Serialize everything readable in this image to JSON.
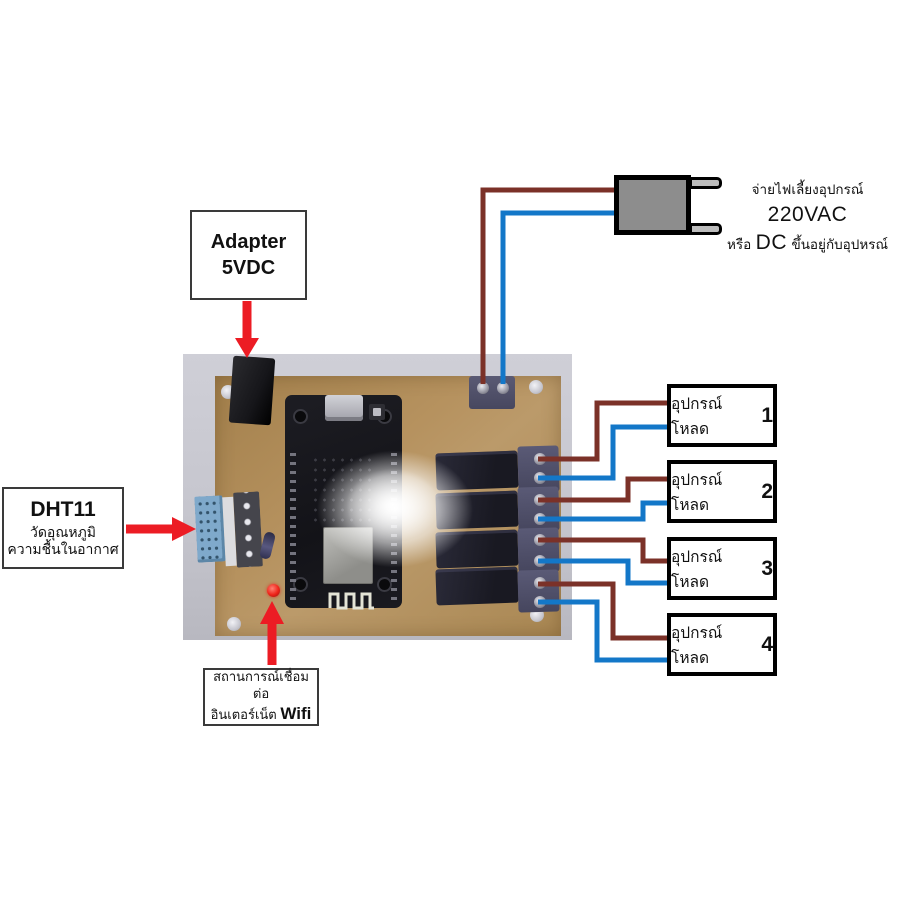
{
  "annotations": {
    "adapter": {
      "line1": "Adapter",
      "line2": "5VDC"
    },
    "dht11": {
      "title": "DHT11",
      "desc1": "วัดอุณหภูมิ",
      "desc2": "ความชื้นในอากาศ"
    },
    "wifi": {
      "line1": "สถานการณ์เชื่อมต่อ",
      "line2": "อินเตอร์เน็ต",
      "line2_bold": "Wifi"
    },
    "power_note": {
      "t1": "จ่ายไฟเลี้ยงอุปกรณ์",
      "t1_big": "220VAC",
      "t2": "หรือ",
      "t2_big": "DC",
      "t2_end": "ขึ้นอยู่กับอุปหรณ์"
    },
    "loads": [
      {
        "label": "อุปกรณ์โหลด",
        "num": "1"
      },
      {
        "label": "อุปกรณ์โหลด",
        "num": "2"
      },
      {
        "label": "อุปกรณ์โหลด",
        "num": "3"
      },
      {
        "label": "อุปกรณ์โหลด",
        "num": "4"
      }
    ]
  },
  "colors": {
    "wire_live": "#7B3128",
    "wire_neutral": "#1377C8",
    "arrow_red": "#EC1C24",
    "plug_gray": "#8D8D8D",
    "pcb_tan": "#B08A58",
    "relay_dark": "#20202B",
    "terminal_purple": "#50506C",
    "dht_blue": "#7FA9CB",
    "led_red": "#EE2318"
  }
}
